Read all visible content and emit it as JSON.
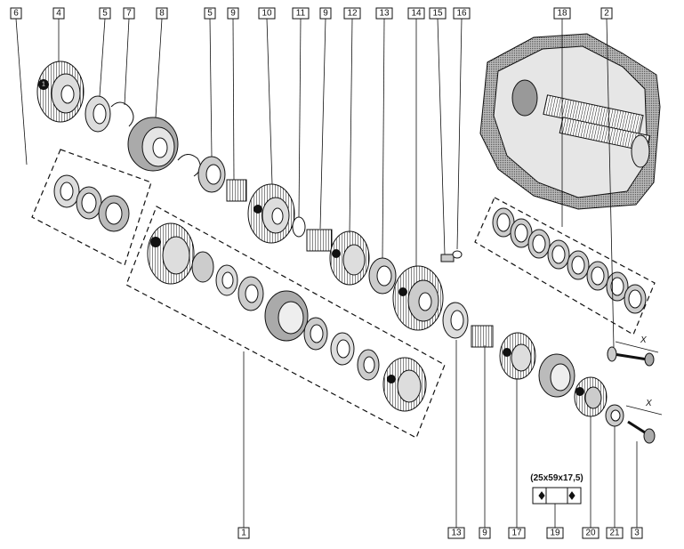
{
  "callouts_top": [
    {
      "id": "c6",
      "label": "6"
    },
    {
      "id": "c4",
      "label": "4"
    },
    {
      "id": "c5a",
      "label": "5"
    },
    {
      "id": "c7",
      "label": "7"
    },
    {
      "id": "c8",
      "label": "8"
    },
    {
      "id": "c5b",
      "label": "5"
    },
    {
      "id": "c9a",
      "label": "9"
    },
    {
      "id": "c10",
      "label": "10"
    },
    {
      "id": "c11",
      "label": "11"
    },
    {
      "id": "c9b",
      "label": "9"
    },
    {
      "id": "c12",
      "label": "12"
    },
    {
      "id": "c13a",
      "label": "13"
    },
    {
      "id": "c14",
      "label": "14"
    },
    {
      "id": "c15",
      "label": "15"
    },
    {
      "id": "c16",
      "label": "16"
    },
    {
      "id": "c18",
      "label": "18"
    },
    {
      "id": "c2",
      "label": "2"
    }
  ],
  "callouts_bottom": [
    {
      "id": "c1",
      "label": "1"
    },
    {
      "id": "c13b",
      "label": "13"
    },
    {
      "id": "c9c",
      "label": "9"
    },
    {
      "id": "c17",
      "label": "17"
    },
    {
      "id": "c19",
      "label": "19"
    },
    {
      "id": "c20",
      "label": "20"
    },
    {
      "id": "c21",
      "label": "21"
    },
    {
      "id": "c3",
      "label": "3"
    }
  ],
  "bearing_spec": "(25x59x17,5)",
  "dimension_symbol": "X",
  "icons": [
    "gear-icon",
    "bearing-icon",
    "bearing-symbol-icon",
    "transmission-housing-icon"
  ]
}
